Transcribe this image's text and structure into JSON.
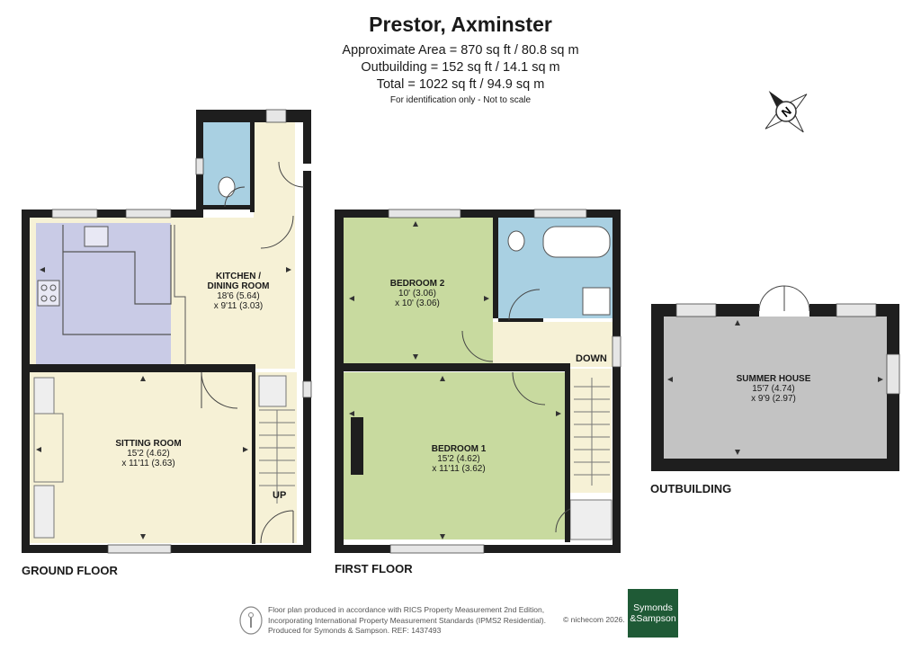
{
  "header": {
    "title": "Prestor, Axminster",
    "area_lines": [
      "Approximate Area = 870 sq ft / 80.8 sq m",
      "Outbuilding = 152 sq ft / 14.1 sq m",
      "Total = 1022 sq ft / 94.9 sq m"
    ],
    "note": "For identification only - Not to scale"
  },
  "compass": {
    "letter": "N",
    "icon": "compass-rose-icon"
  },
  "floors": {
    "ground": "GROUND FLOOR",
    "first": "FIRST FLOOR",
    "outbuilding": "OUTBUILDING"
  },
  "rooms": {
    "kitchen": {
      "name_line1": "KITCHEN /",
      "name_line2": "DINING ROOM",
      "dim1": "18'6 (5.64)",
      "dim2": "x 9'11 (3.03)"
    },
    "sitting": {
      "name": "SITTING ROOM",
      "dim1": "15'2 (4.62)",
      "dim2": "x 11'11 (3.63)"
    },
    "bedroom2": {
      "name": "BEDROOM 2",
      "dim1": "10' (3.06)",
      "dim2": "x 10' (3.06)"
    },
    "bedroom1": {
      "name": "BEDROOM 1",
      "dim1": "15'2 (4.62)",
      "dim2": "x 11'11 (3.62)"
    },
    "summer": {
      "name": "SUMMER HOUSE",
      "dim1": "15'7 (4.74)",
      "dim2": "x 9'9 (2.97)"
    }
  },
  "stairs": {
    "up": "UP",
    "down": "DOWN"
  },
  "footer": {
    "lines": [
      "Floor plan produced in accordance with RICS Property Measurement 2nd Edition,",
      "Incorporating International Property Measurement Standards (IPMS2 Residential).",
      "Produced for Symonds & Sampson.   REF: 1437493"
    ],
    "copyright": "© nichecom 2026."
  },
  "logo": {
    "line1": "Symonds",
    "line2": "&Sampson"
  },
  "colors": {
    "wall": "#1e1e1e",
    "kitchen": "#f6f1d6",
    "kitchen_units": "#c9cbe6",
    "sitting": "#f6f1d6",
    "bathroom": "#a9d0e2",
    "bedroom": "#c8da9f",
    "landing": "#f6f1d6",
    "summer_house": "#c3c3c3",
    "logo_bg": "#1f5a36"
  }
}
